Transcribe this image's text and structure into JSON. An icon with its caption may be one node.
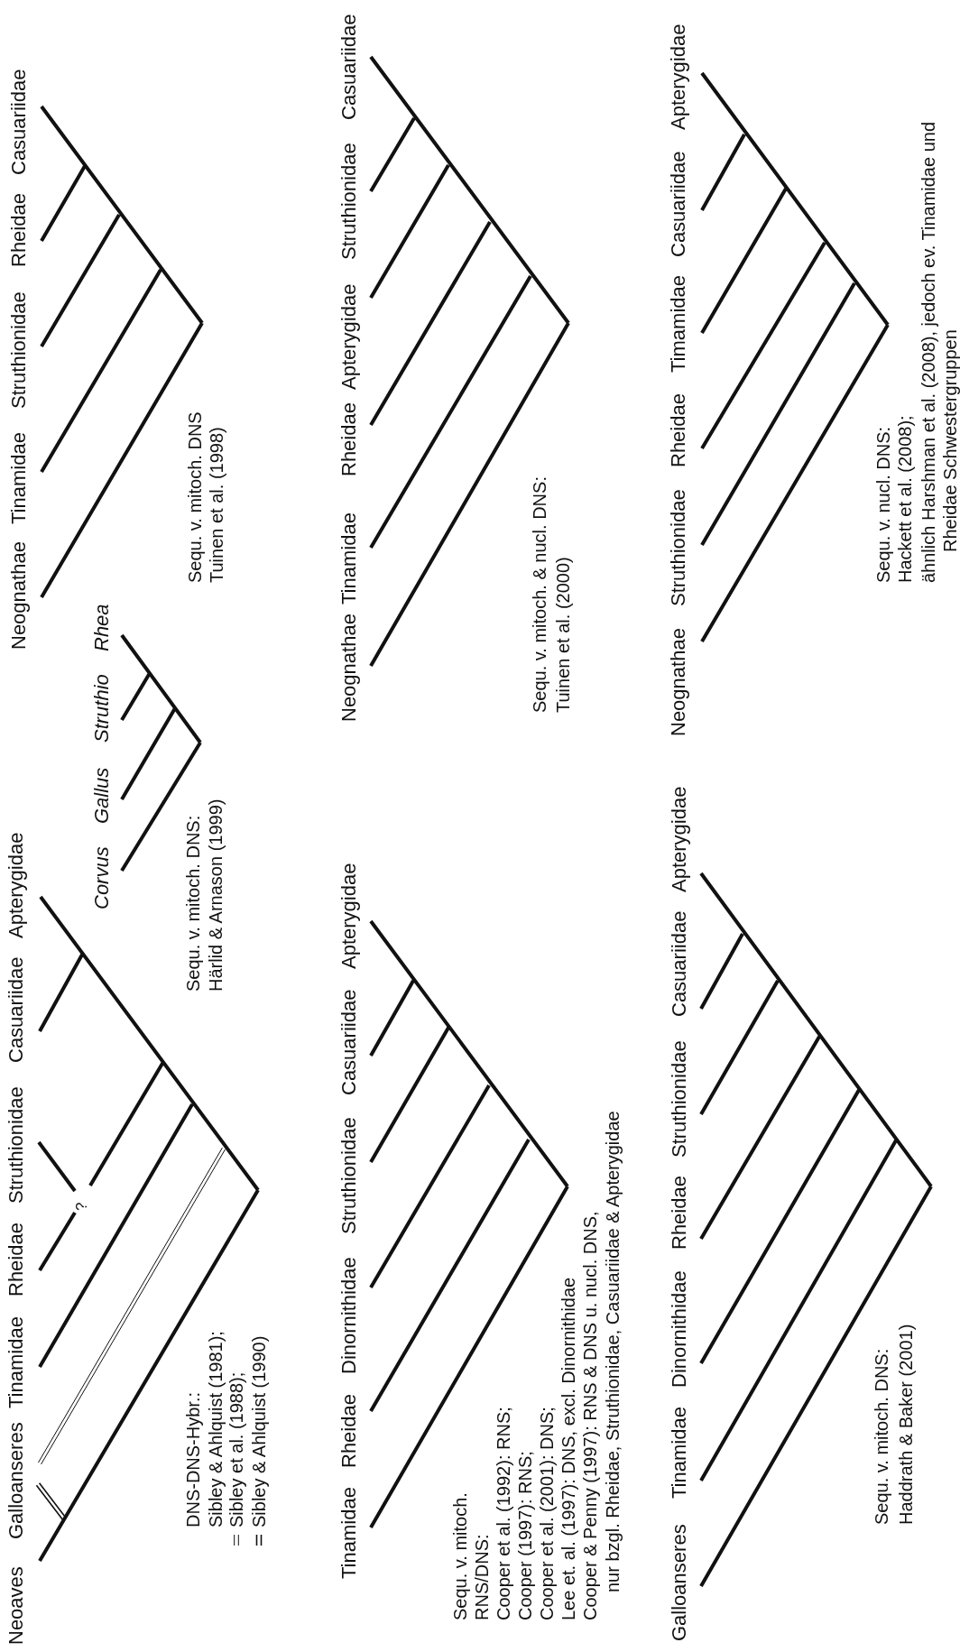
{
  "diagram": {
    "labels": [
      "Neognathae",
      "Tinamidae",
      "Struthionidae",
      "Rheidae",
      "Casuariidae",
      "Sequ. v. mitoch. DNS",
      "Tuinen et al. (1998)",
      "Corvus",
      "Gallus",
      "Struthio",
      "Rhea",
      "Sequ. v. mitoch. DNS:",
      "Härlid & Arnason (1999)",
      "Neoaves",
      "Galloanseres",
      "Tinamidae",
      "Rheidae",
      "?",
      "Struthionidae",
      "Casuariidae",
      "Apterygidae",
      "DNS-DNS-Hybr.:",
      "Sibley & Ahlquist (1981);",
      "Neognathae",
      "Tinamidae",
      "Rheidae",
      "Apterygidae",
      "Struthionidae",
      "Casuariidae",
      "Sequ. v. mitoch. & nucl. DNS:",
      "Tuinen et al. (2000)",
      "Tinamidae",
      "Rheidae",
      "Dinornithidae",
      "Struthionidae",
      "Casuariidae",
      "Apterygidae",
      "Sequ. v. mitoch.",
      "RNS/DNS:",
      "Cooper et al. (1992): RNS;",
      "Cooper (1997): RNS;",
      "Cooper et al. (2001): DNS;",
      "Lee et. al. (1997): DNS, excl. Dinornithidae",
      "Cooper & Penny (1997): RNS & DNS u. nucl. DNS,",
      "nur bzgl. Rheidae, Struthionidae, Casuariidae & Apterygidae",
      "Neognathae",
      "Struthionidae",
      "Rheidae",
      "Timamidae",
      "Casuariidae",
      "Apterygidae",
      "Sequ. v. nucl. DNS:",
      "Hackett et al. (2008);",
      "ähnlich Harshman et al. (2008), jedoch ev. Tinamidae und",
      "Rheidae Schwestergruppen",
      "Galloanseres",
      "Tinamidae",
      "Dinornithidae",
      "Rheidae",
      "Struthionidae",
      "Casuariidae",
      "Apterygidae",
      "Sequ. v. mitoch. DNS:",
      "Haddrath & Baker (2001)"
    ],
    "legend": [
      {
        "text": "Sibley et al. (1988);"
      },
      {
        "text": "Sibley & Ahlquist (1990)"
      }
    ]
  }
}
